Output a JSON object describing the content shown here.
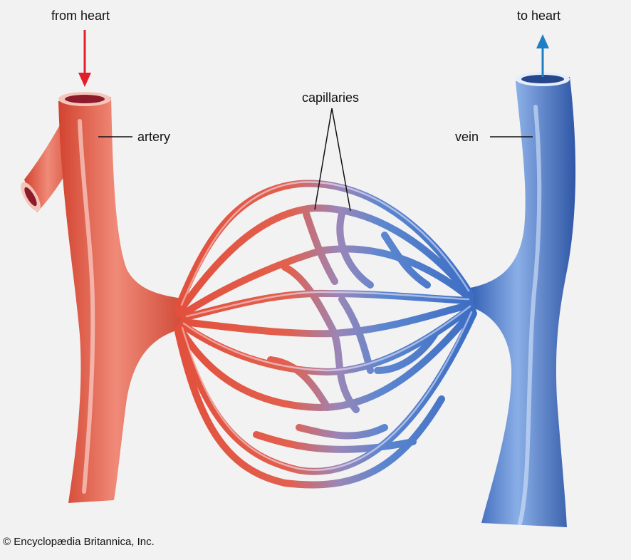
{
  "labels": {
    "from_heart": "from heart",
    "to_heart": "to heart",
    "capillaries": "capillaries",
    "artery": "artery",
    "vein": "vein"
  },
  "credit": "© Encyclopædia Britannica, Inc.",
  "colors": {
    "background": "#f2f2f2",
    "artery": "#e05a48",
    "artery_light": "#f29a8c",
    "vein": "#3f6fc4",
    "vein_light": "#8fb0e6",
    "arrow_in": "#e3202a",
    "arrow_out": "#1d7fc4"
  }
}
